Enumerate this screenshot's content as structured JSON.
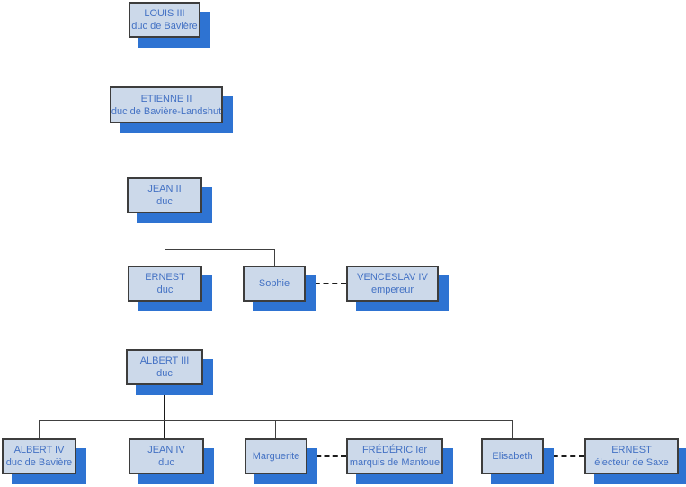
{
  "diagram": {
    "type": "family-tree",
    "nodes": {
      "louis3": {
        "name": "LOUIS III",
        "subtitle": "duc de Bavière"
      },
      "etienne2": {
        "name": "ETIENNE II",
        "subtitle": "duc de Bavière-Landshut"
      },
      "jean2": {
        "name": "JEAN II",
        "subtitle": "duc"
      },
      "ernest": {
        "name": "ERNEST",
        "subtitle": "duc"
      },
      "sophie": {
        "name": "Sophie"
      },
      "venceslav4": {
        "name": "VENCESLAV IV",
        "subtitle": "empereur"
      },
      "albert3": {
        "name": "ALBERT III",
        "subtitle": "duc"
      },
      "albert4": {
        "name": "ALBERT IV",
        "subtitle": "duc de Bavière"
      },
      "jean4": {
        "name": "JEAN IV",
        "subtitle": "duc"
      },
      "marguerite": {
        "name": "Marguerite"
      },
      "frederic1": {
        "name": "FRÉDÉRIC Ier",
        "subtitle": "marquis de Mantoue"
      },
      "elisabeth": {
        "name": "Elisabeth"
      },
      "ernest_saxe": {
        "name": "ERNEST",
        "subtitle": "électeur de Saxe"
      }
    },
    "colors": {
      "box_fill": "#ccd9ea",
      "box_border": "#3d3d3d",
      "text": "#4472c4",
      "shadow": "#2e73d2",
      "connector": "#404040",
      "marriage": "#1c1c1c"
    }
  }
}
